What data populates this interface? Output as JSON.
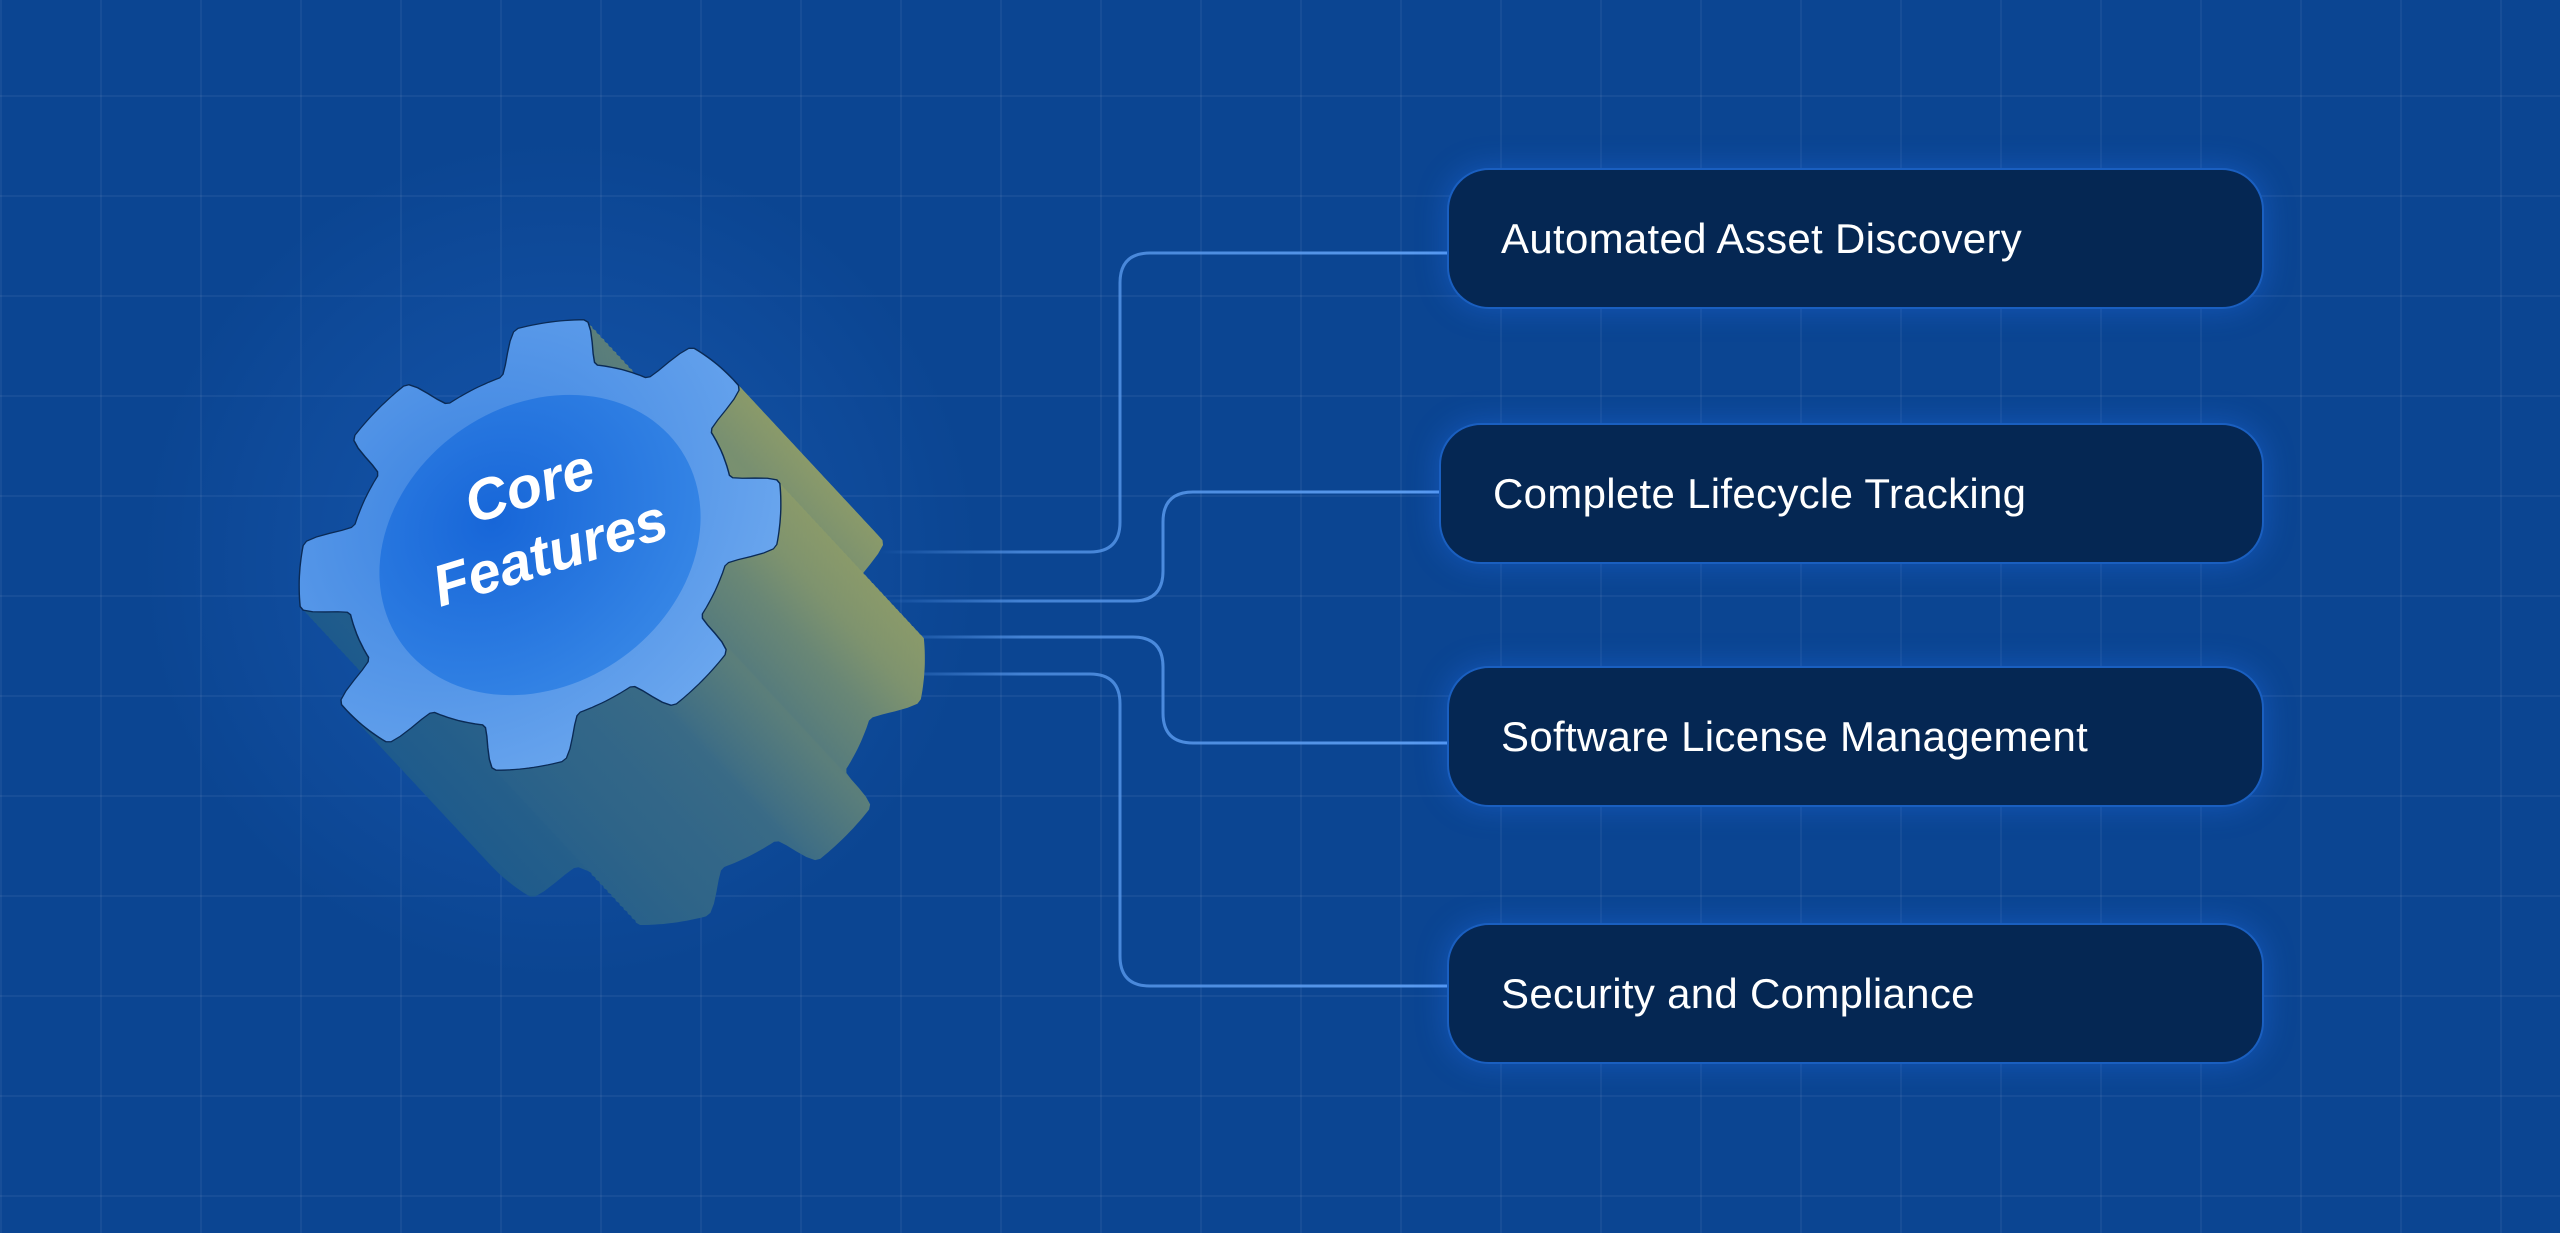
{
  "hub": {
    "label_line1": "Core",
    "label_line2": "Features",
    "icon": "gear-icon"
  },
  "features": [
    {
      "label": "Automated Asset Discovery"
    },
    {
      "label": "Complete Lifecycle Tracking"
    },
    {
      "label": "Software License Management"
    },
    {
      "label": "Security and Compliance"
    }
  ],
  "colors": {
    "background": "#0b4592",
    "card": "#052753",
    "connector": "#5b9cf0",
    "gear_top": "#4a8fe8",
    "gear_face": "#1d6fdd"
  }
}
